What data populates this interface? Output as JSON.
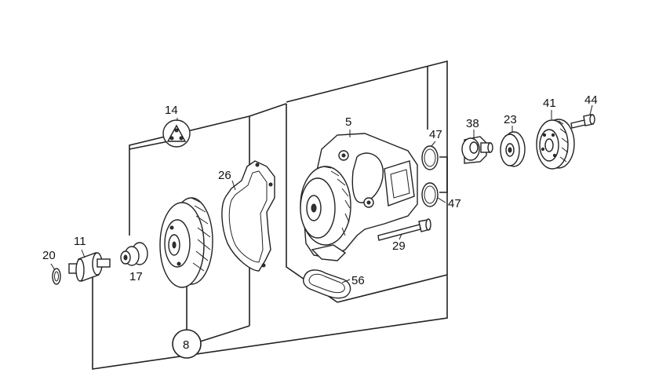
{
  "parts": [
    {
      "id": "p20",
      "label": "20"
    },
    {
      "id": "p11",
      "label": "11"
    },
    {
      "id": "p17",
      "label": "17"
    },
    {
      "id": "p14",
      "label": "14"
    },
    {
      "id": "p26",
      "label": "26"
    },
    {
      "id": "p5",
      "label": "5"
    },
    {
      "id": "p47a",
      "label": "47"
    },
    {
      "id": "p47b",
      "label": "47"
    },
    {
      "id": "p29",
      "label": "29"
    },
    {
      "id": "p56",
      "label": "56"
    },
    {
      "id": "p38",
      "label": "38"
    },
    {
      "id": "p23",
      "label": "23"
    },
    {
      "id": "p41",
      "label": "41"
    },
    {
      "id": "p44",
      "label": "44"
    },
    {
      "id": "p8",
      "label": "8"
    }
  ]
}
